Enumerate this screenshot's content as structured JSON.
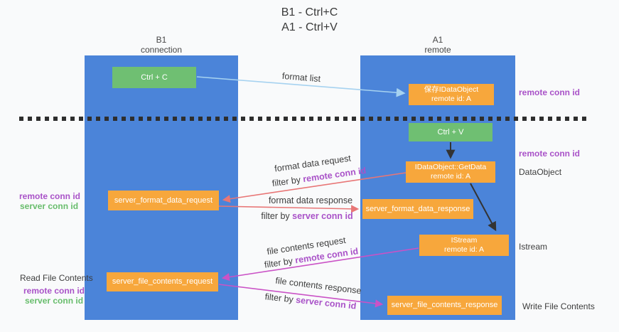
{
  "title": {
    "line1": "B1 - Ctrl+C",
    "line2": "A1 - Ctrl+V"
  },
  "left_column": {
    "header1": "B1",
    "header2": "connection"
  },
  "right_column": {
    "header1": "A1",
    "header2": "remote"
  },
  "boxes": {
    "ctrl_c": "Ctrl + C",
    "ctrl_v": "Ctrl + V",
    "save_dataobject": {
      "line1": "保存IDataObject",
      "line2": "remote id: A"
    },
    "getdata": {
      "line1": "IDataObject::GetData",
      "line2": "remote id: A"
    },
    "istream": {
      "line1": "IStream",
      "line2": "remote id: A"
    },
    "server_format_data_request": "server_format_data_request",
    "server_format_data_response": "server_format_data_response",
    "server_file_contents_request": "server_file_contents_request",
    "server_file_contents_response": "server_file_contents_response"
  },
  "arrow_labels": {
    "format_list": "format list",
    "format_data_request": "format data request",
    "format_data_request_filter": {
      "prefix": "filter by ",
      "key": "remote conn id"
    },
    "format_data_response": "format data response",
    "format_data_response_filter": {
      "prefix": "filter by ",
      "key": "server conn id"
    },
    "file_contents_request": "file contents request",
    "file_contents_request_filter": {
      "prefix": "filter by ",
      "key": "remote conn id"
    },
    "file_contents_response": "file contents response",
    "file_contents_response_filter": {
      "prefix": "filter by ",
      "key": "server conn id"
    }
  },
  "side_labels": {
    "right_remote_conn_id_top": "remote conn id",
    "right_remote_conn_id_mid": "remote conn id",
    "right_dataobject": "DataObject",
    "right_istream": "Istream",
    "right_write_file_contents": "Write File Contents",
    "left_remote_conn_id_mid": "remote conn id",
    "left_server_conn_id_mid": "server conn id",
    "left_read_file_contents": "Read File Contents",
    "left_remote_conn_id_bottom": "remote conn id",
    "left_server_conn_id_bottom": "server conn id"
  },
  "colors": {
    "column_blue": "#4b84d9",
    "box_green": "#6fbf72",
    "box_orange": "#f7a73c",
    "arrow_light_blue": "#a6d2f0",
    "arrow_red": "#e87676",
    "arrow_magenta": "#ca52c6",
    "arrow_black": "#333333",
    "filter_key_purple": "#a952c8",
    "server_conn_id_green": "#68bd6c"
  }
}
